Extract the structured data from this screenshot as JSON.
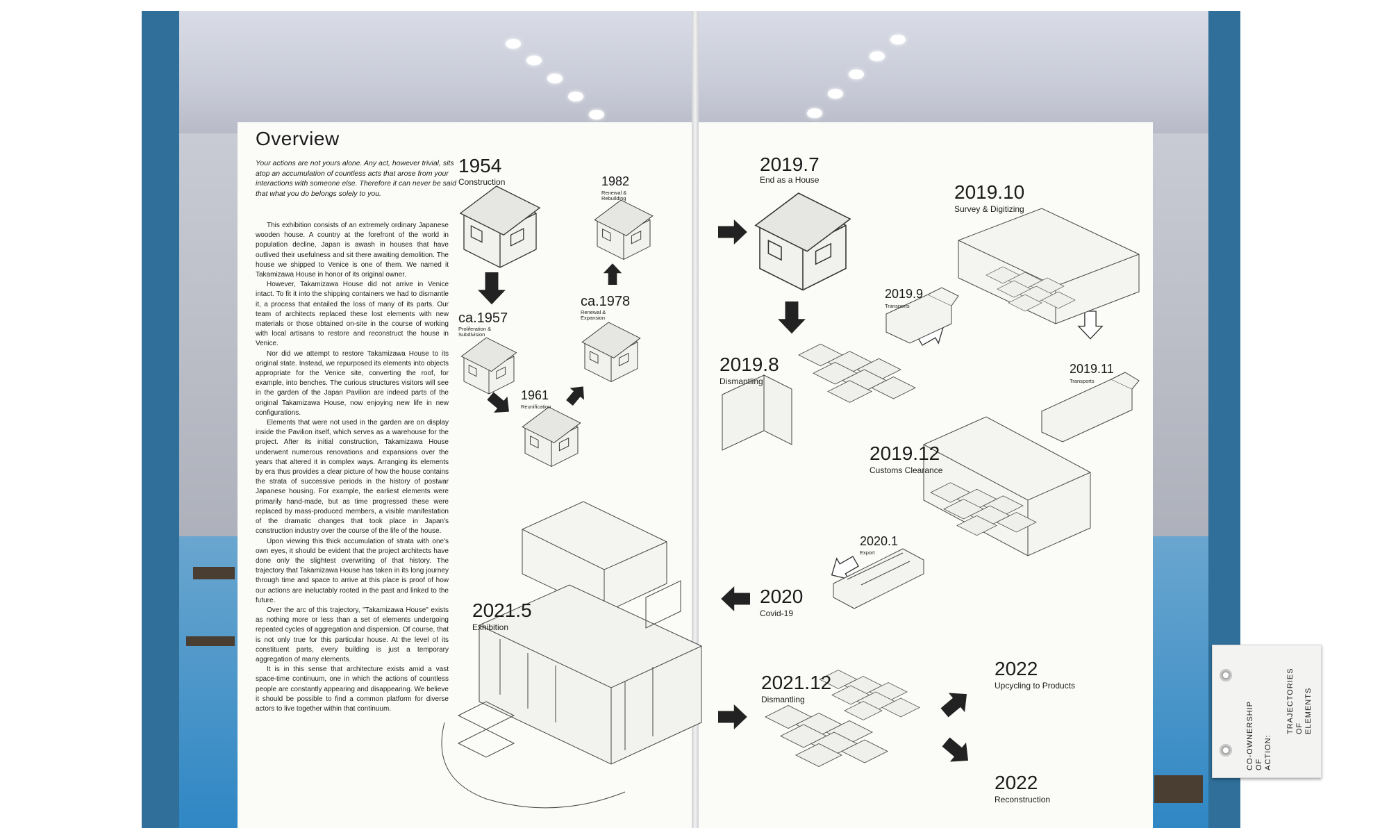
{
  "page_title": "Overview",
  "intro": "Your actions are not yours alone. Any act, however trivial, sits atop an accumulation of countless acts that arose from your interactions with someone else. Therefore it can never be said that what you do belongs solely to you.",
  "body_paragraphs": [
    "This exhibition consists of an extremely ordinary Japanese wooden house. A country at the forefront of the world in population decline, Japan is awash in houses that have outlived their usefulness and sit there awaiting demolition. The house we shipped to Venice is one of them. We named it Takamizawa House in honor of its original owner.",
    "However, Takamizawa House did not arrive in Venice intact. To fit it into the shipping containers we had to dismantle it, a process that entailed the loss of many of its parts. Our team of architects replaced these lost elements with new materials or those obtained on-site in the course of working with local artisans to restore and reconstruct the house in Venice.",
    "Nor did we attempt to restore Takamizawa House to its original state. Instead, we repurposed its elements into objects appropriate for the Venice site, converting the roof, for example, into benches. The curious structures visitors will see in the garden of the Japan Pavilion are indeed parts of the original Takamizawa House, now enjoying new life in new configurations.",
    "Elements that were not used in the garden are on display inside the Pavilion itself, which serves as a warehouse for the project. After its initial construction, Takamizawa House underwent numerous renovations and expansions over the years that altered it in complex ways. Arranging its elements by era thus provides a clear picture of how the house contains the strata of successive periods in the history of postwar Japanese housing. For example, the earliest elements were primarily hand-made, but as time progressed these were replaced by mass-produced members, a visible manifestation of the dramatic changes that took place in Japan's construction industry over the course of the life of the house.",
    "Upon viewing this thick accumulation of strata with one's own eyes, it should be evident that the project architects have done only the slightest overwriting of that history. The trajectory that Takamizawa House has taken in its long journey through time and space to arrive at this place is proof of how our actions are ineluctably rooted in the past and linked to the future.",
    "Over the arc of this trajectory, \"Takamizawa House\" exists as nothing more or less than a set of elements undergoing repeated cycles of aggregation and dispersion. Of course, that is not only true for this particular house. At the level of its constituent parts, every building is just a temporary aggregation of many elements.",
    "It is in this sense that architecture exists amid a vast space-time continuum, one in which the actions of countless people are constantly appearing and disappearing. We believe it should be possible to find a common platform for diverse actors to live together within that continuum."
  ],
  "timeline": {
    "t1954": {
      "year": "1954",
      "label": "Construction"
    },
    "t1957": {
      "year": "ca.1957",
      "label": "Proliferation & Subdivision"
    },
    "t1961": {
      "year": "1961",
      "label": "Reunification"
    },
    "t1978": {
      "year": "ca.1978",
      "label": "Renewal & Expansion"
    },
    "t1982": {
      "year": "1982",
      "label": "Renewal & Rebuilding"
    },
    "t2019_7": {
      "year": "2019.7",
      "label": "End as a House"
    },
    "t2019_8": {
      "year": "2019.8",
      "label": "Dismantling"
    },
    "t2019_9": {
      "year": "2019.9",
      "label": "Transports"
    },
    "t2019_10": {
      "year": "2019.10",
      "label": "Survey & Digitizing"
    },
    "t2019_11": {
      "year": "2019.11",
      "label": "Transports"
    },
    "t2019_12": {
      "year": "2019.12",
      "label": "Customs Clearance"
    },
    "t2020_1": {
      "year": "2020.1",
      "label": "Export"
    },
    "t2020": {
      "year": "2020",
      "label": "Covid-19"
    },
    "t2021_5": {
      "year": "2021.5",
      "label": "Exhibition"
    },
    "t2021_12": {
      "year": "2021.12",
      "label": "Dismantling"
    },
    "t2022a": {
      "year": "2022",
      "label": "Upcycling to Products"
    },
    "t2022b": {
      "year": "2022",
      "label": "Reconstruction"
    }
  },
  "fabric_tag": {
    "line1": "CO-OWNERSHIP\nOF\nACTION:",
    "line2": "TRAJECTORIES\nOF\nELEMENTS"
  },
  "colors": {
    "cover_blue": "#2f6f9a",
    "floor_blue": "#2f87c4",
    "page": "#fbfbf8",
    "ink": "#1a1a1a"
  }
}
